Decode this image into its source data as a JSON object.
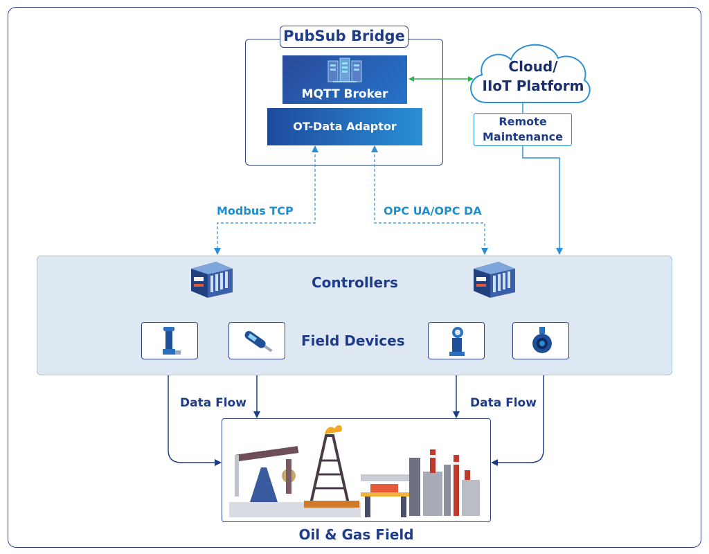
{
  "bridge": {
    "title": "PubSub Bridge",
    "mqtt_label": "MQTT Broker",
    "adaptor_label": "OT-Data Adaptor"
  },
  "cloud": {
    "line1": "Cloud/",
    "line2": "IIoT Platform"
  },
  "remote": {
    "line1": "Remote",
    "line2": "Maintenance"
  },
  "protocols": {
    "left": "Modbus TCP",
    "right": "OPC UA/OPC DA"
  },
  "panel": {
    "controllers": "Controllers",
    "field_devices": "Field Devices"
  },
  "flow": {
    "left": "Data Flow",
    "right": "Data Flow"
  },
  "oil": {
    "label": "Oil & Gas Field"
  },
  "colors": {
    "navy": "#1f3c88",
    "cyan": "#1e8fd0",
    "green": "#2db24a",
    "panel": "#dde8f3"
  },
  "icons": [
    "server-icon",
    "cloud-icon",
    "controller-icon",
    "flowmeter-icon",
    "pressure-sensor-icon",
    "transmitter-icon",
    "magnetic-flowmeter-icon",
    "pumpjack-icon",
    "derrick-icon",
    "offshore-platform-icon",
    "refinery-icon"
  ]
}
